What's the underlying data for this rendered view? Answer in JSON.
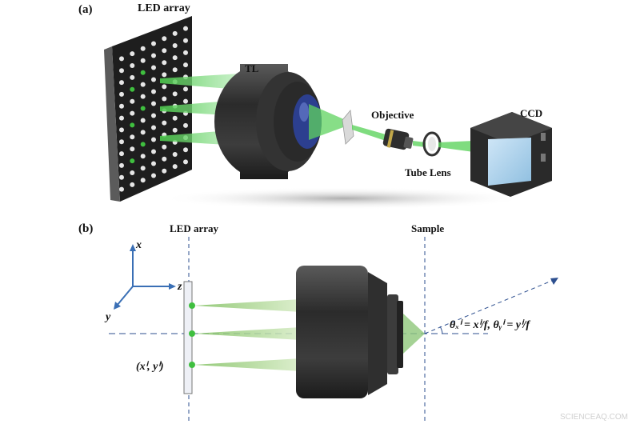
{
  "panel_a": {
    "tag": "(a)",
    "labels": {
      "led_array": "LED array",
      "tl": "TL",
      "objective": "Objective",
      "ccd": "CCD",
      "tube_lens": "Tube Lens"
    }
  },
  "panel_b": {
    "tag": "(b)",
    "labels": {
      "led_array": "LED array",
      "sample": "Sample",
      "axis_x": "x",
      "axis_y": "y",
      "axis_z": "z",
      "led_coord": "(xⁱ, yⁱ)",
      "angle_formula": "θₓⁱ = xⁱ/f, θᵧⁱ = yⁱ/f"
    }
  },
  "watermark": "SCIENCEAQ.COM",
  "colors": {
    "beam": "#5fd35f",
    "led_on": "#3fbf3f",
    "axis": "#3a6fb5",
    "panel": "#2d2d2d",
    "lens_body": "#3a3a3a"
  }
}
